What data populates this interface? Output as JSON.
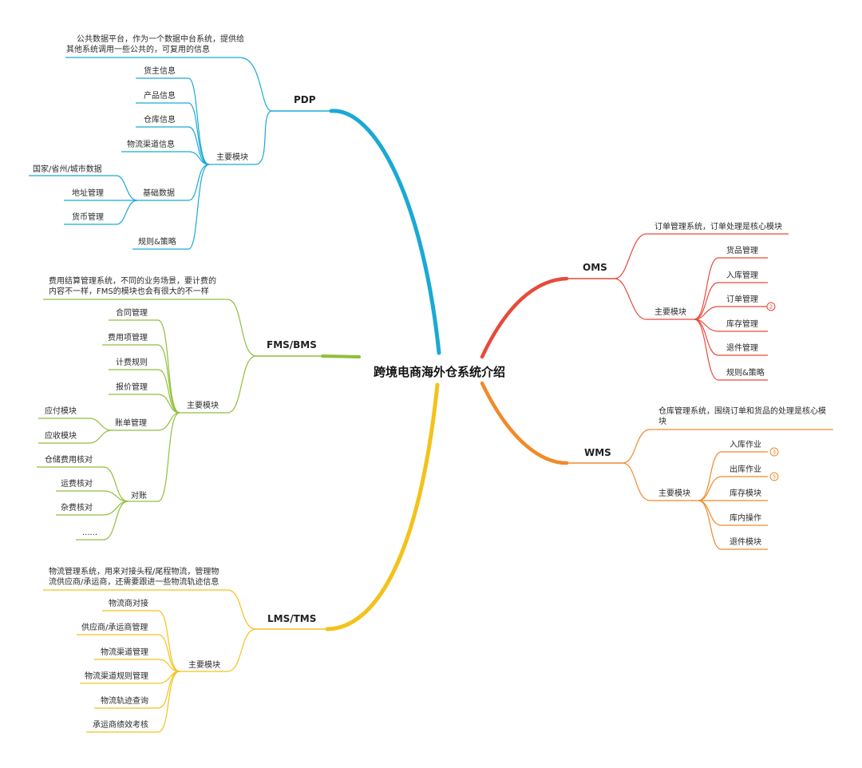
{
  "center": {
    "title": "跨境电商海外仓系统介绍"
  },
  "colors": {
    "pdp": "#1aa9d4",
    "fms": "#8fbf3a",
    "lms": "#f3c21b",
    "oms": "#e84a3b",
    "wms": "#f08a2a"
  },
  "branches": {
    "pdp": {
      "label": "PDP",
      "desc_lines": [
        "公共数据平台，作为一个数据中台系统，提供给",
        "其他系统调用一些公共的，可复用的信息"
      ],
      "module_label": "主要模块",
      "items": [
        "货主信息",
        "产品信息",
        "仓库信息",
        "物流渠道信息",
        "基础数据",
        "规则&策略"
      ],
      "sub_items": [
        "国家/省州/城市数据",
        "地址管理",
        "货币管理"
      ]
    },
    "fms": {
      "label": "FMS/BMS",
      "desc_lines": [
        "费用结算管理系统，不同的业务场景，要计费的",
        "内容不一样，FMS的模块也会有很大的不一样"
      ],
      "module_label": "主要模块",
      "items": [
        "合同管理",
        "费用项管理",
        "计费规则",
        "报价管理",
        "账单管理",
        "对账"
      ],
      "bill_items": [
        "应付模块",
        "应收模块"
      ],
      "recon_items": [
        "仓储费用核对",
        "运费核对",
        "杂费核对",
        "......"
      ]
    },
    "lms": {
      "label": "LMS/TMS",
      "desc_lines": [
        "物流管理系统，用来对接头程/尾程物流，管理物",
        "流供应商/承运商，还需要跟进一些物流轨迹信息"
      ],
      "module_label": "主要模块",
      "items": [
        "物流商对接",
        "供应商/承运商管理",
        "物流渠道管理",
        "物流渠道规则管理",
        "物流轨迹查询",
        "承运商绩效考核"
      ]
    },
    "oms": {
      "label": "OMS",
      "desc_lines": [
        "订单管理系统，订单处理是核心模块"
      ],
      "module_label": "主要模块",
      "items": [
        "货品管理",
        "入库管理",
        "订单管理",
        "库存管理",
        "退件管理",
        "规则&策略"
      ],
      "badge": "2"
    },
    "wms": {
      "label": "WMS",
      "desc_lines": [
        "仓库管理系统，围绕订单和货品的处理是核心模",
        "块"
      ],
      "module_label": "主要模块",
      "items": [
        "入库作业",
        "出库作业",
        "库存模块",
        "库内操作",
        "退件模块"
      ],
      "badges": [
        "3",
        "5"
      ]
    }
  }
}
